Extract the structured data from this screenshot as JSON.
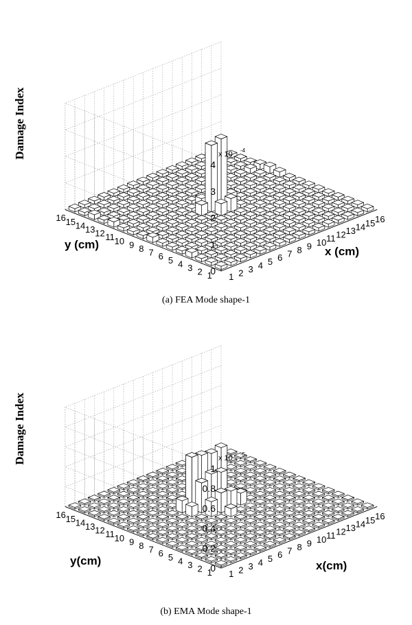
{
  "chart_data": [
    {
      "type": "bar3d",
      "caption": "(a) FEA Mode shape-1",
      "zlabel": "Damage Index",
      "xlabel": "x (cm)",
      "ylabel": "y (cm)",
      "scale_base": "x 10",
      "scale_exp": "-4",
      "zlim": [
        0,
        4
      ],
      "zticks": [
        "0",
        "1",
        "2",
        "3",
        "4"
      ],
      "x_ticks": [
        "1",
        "2",
        "3",
        "4",
        "5",
        "6",
        "7",
        "8",
        "9",
        "10",
        "11",
        "12",
        "13",
        "14",
        "15",
        "16"
      ],
      "y_ticks": [
        "1",
        "2",
        "3",
        "4",
        "5",
        "6",
        "7",
        "8",
        "9",
        "10",
        "11",
        "12",
        "13",
        "14",
        "15",
        "16"
      ],
      "background_value": 0.12,
      "peaks": [
        {
          "x": 8,
          "y": 9,
          "z": 2.5
        },
        {
          "x": 9,
          "y": 9,
          "z": 2.6
        },
        {
          "x": 8,
          "y": 8,
          "z": 0.45
        },
        {
          "x": 9,
          "y": 8,
          "z": 0.5
        },
        {
          "x": 10,
          "y": 9,
          "z": 0.4
        },
        {
          "x": 7,
          "y": 9,
          "z": 0.4
        },
        {
          "x": 8,
          "y": 10,
          "z": 0.35
        },
        {
          "x": 9,
          "y": 10,
          "z": 0.35
        },
        {
          "x": 16,
          "y": 12,
          "z": 0.2
        },
        {
          "x": 16,
          "y": 11,
          "z": 0.25
        },
        {
          "x": 15,
          "y": 12,
          "z": 0.18
        },
        {
          "x": 16,
          "y": 10,
          "z": 0.2
        },
        {
          "x": 1,
          "y": 14,
          "z": 0.18
        },
        {
          "x": 1,
          "y": 12,
          "z": 0.2
        },
        {
          "x": 1,
          "y": 8,
          "z": 0.2
        },
        {
          "x": 1,
          "y": 4,
          "z": 0.2
        }
      ],
      "grid": true
    },
    {
      "type": "bar3d",
      "caption": "(b) EMA Mode shape-1",
      "zlabel": "Damage Index",
      "xlabel": "x(cm)",
      "ylabel": "y(cm)",
      "scale_base": "x 10",
      "scale_exp": "-5",
      "zlim": [
        0,
        1
      ],
      "zticks": [
        "0",
        "0.2",
        "0.4",
        "0.6",
        "0.8",
        "1"
      ],
      "x_ticks": [
        "1",
        "2",
        "3",
        "4",
        "5",
        "6",
        "7",
        "8",
        "9",
        "10",
        "11",
        "12",
        "13",
        "14",
        "15",
        "16"
      ],
      "y_ticks": [
        "1",
        "2",
        "3",
        "4",
        "5",
        "6",
        "7",
        "8",
        "9",
        "10",
        "11",
        "12",
        "13",
        "14",
        "15",
        "16"
      ],
      "background_value": 0.015,
      "peaks": [
        {
          "x": 7,
          "y": 10,
          "z": 0.52
        },
        {
          "x": 8,
          "y": 10,
          "z": 0.5
        },
        {
          "x": 9,
          "y": 10,
          "z": 0.48
        },
        {
          "x": 10,
          "y": 10,
          "z": 0.5
        },
        {
          "x": 7,
          "y": 9,
          "z": 0.3
        },
        {
          "x": 8,
          "y": 9,
          "z": 0.35
        },
        {
          "x": 9,
          "y": 9,
          "z": 0.33
        },
        {
          "x": 7,
          "y": 8,
          "z": 0.15
        },
        {
          "x": 8,
          "y": 8,
          "z": 0.2
        },
        {
          "x": 9,
          "y": 8,
          "z": 0.18
        },
        {
          "x": 10,
          "y": 8,
          "z": 0.12
        },
        {
          "x": 6,
          "y": 10,
          "z": 0.12
        },
        {
          "x": 6,
          "y": 9,
          "z": 0.1
        },
        {
          "x": 8,
          "y": 7,
          "z": 0.08
        },
        {
          "x": 11,
          "y": 9,
          "z": 0.05
        }
      ],
      "grid": true
    }
  ]
}
